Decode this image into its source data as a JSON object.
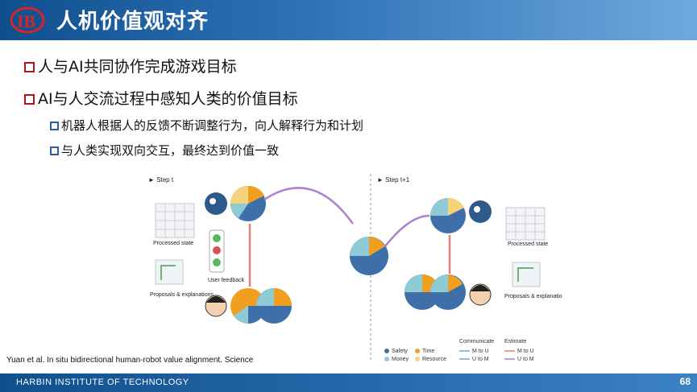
{
  "header": {
    "title": "人机价值观对齐"
  },
  "bullets": [
    {
      "text": "人与AI共同协作完成游戏目标"
    },
    {
      "text": "AI与人交流过程中感知人类的价值目标"
    }
  ],
  "subbullets": [
    {
      "text": "机器人根据人的反馈不断调整行为，向人解释行为和计划"
    },
    {
      "text": "与人类实现双向交互，最终达到价值一致"
    }
  ],
  "figure": {
    "step_t": "Step t",
    "step_t1": "Step t+1",
    "processed_state": "Processed state",
    "user_feedback": "User feedback",
    "proposals": "Proposals & explanations",
    "legend": {
      "safety": "Safety",
      "time": "Time",
      "money": "Money",
      "resource": "Resource",
      "communicate": "Communicate",
      "m_to_u": "M to U",
      "u_to_m": "U to M",
      "estimate": "Estimate",
      "m_to_u_est": "M to U",
      "u_to_m_est": "U to M"
    },
    "colors": {
      "safety": "#3f6fa8",
      "time": "#f0a020",
      "money": "#8ecbd4",
      "resource": "#f6d27a",
      "arrow_purple": "#b07fd0",
      "arrow_red": "#e0807a"
    }
  },
  "caption": "Yuan et al. In situ bidirectional human-robot value alignment. Science",
  "footer": {
    "institute": "HARBIN INSTITUTE  OF TECHNOLOGY",
    "page": "68"
  }
}
